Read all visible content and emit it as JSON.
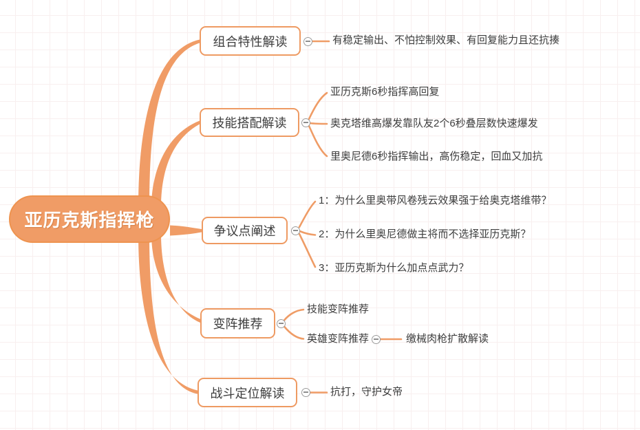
{
  "root": {
    "label": "亚历克斯指挥枪"
  },
  "branches": [
    {
      "label": "组合特性解读",
      "children": [
        {
          "label": "有稳定输出、不怕控制效果、有回复能力且还抗揍"
        }
      ]
    },
    {
      "label": "技能搭配解读",
      "children": [
        {
          "label": "亚历克斯6秒指挥高回复"
        },
        {
          "label": "奥克塔维高爆发靠队友2个6秒叠层数快速爆发"
        },
        {
          "label": "里奥尼德6秒指挥输出，高伤稳定，回血又加抗"
        }
      ]
    },
    {
      "label": "争议点阐述",
      "children": [
        {
          "label": "1：为什么里奥带风卷残云效果强于给奥克塔维带？"
        },
        {
          "label": "2：为什么里奥尼德做主将而不选择亚历克斯？"
        },
        {
          "label": "3：亚历克斯为什么加点点武力？"
        }
      ]
    },
    {
      "label": "变阵推荐",
      "children": [
        {
          "label": "技能变阵推荐"
        },
        {
          "label": "英雄变阵推荐",
          "children": [
            {
              "label": "缴械肉枪扩散解读"
            }
          ]
        }
      ]
    },
    {
      "label": "战斗定位解读",
      "children": [
        {
          "label": "抗打，守护女帝"
        }
      ]
    }
  ],
  "icons": {
    "collapse_button": "minus-icon"
  },
  "colors": {
    "accent_orange": "#F09C66",
    "topic_border_orange": "#EE9A62",
    "text_dark": "#3D3D3D",
    "root_text": "#FFFFFF",
    "grid_line": "#F8EFEF",
    "collapse_border_gray": "#9B9B9B"
  }
}
